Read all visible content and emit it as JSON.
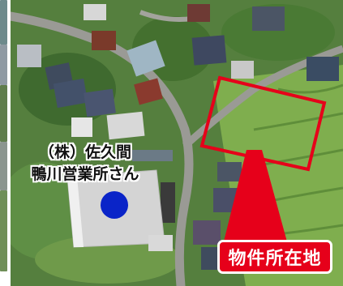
{
  "labels": {
    "company_line1": "（株）佐久間",
    "company_line2": "鴨川営業所さん",
    "property": "物件所在地"
  },
  "markers": {
    "company_marker": {
      "shape": "circle",
      "color": "#0a24c8"
    },
    "property_outline": {
      "shape": "rectangle",
      "color": "#e6001a"
    },
    "property_pointer": {
      "shape": "arrow",
      "color": "#e6001a"
    }
  },
  "colors": {
    "vegetation": "#4f7d3a",
    "field": "#7fae4e",
    "road": "#9a9a95",
    "roof_gray": "#c9c9c9",
    "roof_dark": "#3f4b5e",
    "accent_red": "#e6001a"
  }
}
